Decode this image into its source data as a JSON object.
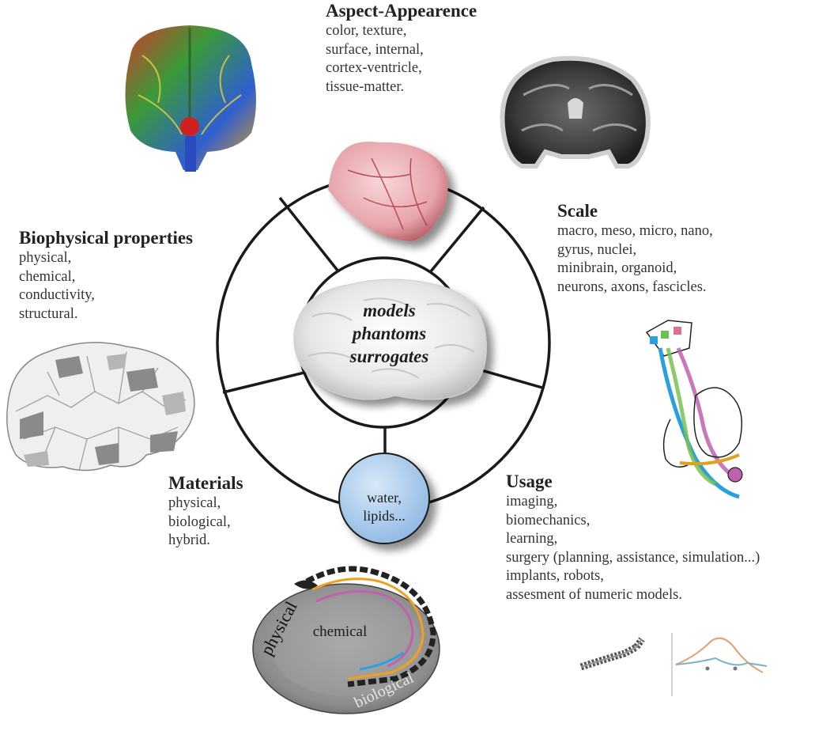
{
  "center": {
    "lines": [
      "models",
      "phantoms",
      "surrogates"
    ]
  },
  "hub": {
    "lines": [
      "water,",
      "lipids..."
    ]
  },
  "aspect": {
    "title": "Aspect-Appearence",
    "lines": [
      "color, texture,",
      "surface, internal,",
      "cortex-ventricle,",
      "tissue-matter."
    ]
  },
  "scale": {
    "title": "Scale",
    "lines": [
      "macro, meso, micro, nano,",
      "gyrus, nuclei,",
      "minibrain, organoid,",
      "neurons, axons, fascicles."
    ]
  },
  "biophysical": {
    "title": "Biophysical properties",
    "lines": [
      "physical,",
      "chemical,",
      "conductivity,",
      "structural."
    ]
  },
  "materials": {
    "title": "Materials",
    "lines": [
      "physical,",
      "biological,",
      "hybrid."
    ]
  },
  "usage": {
    "title": "Usage",
    "lines": [
      "imaging,",
      "biomechanics,",
      "learning,",
      "surgery (planning, assistance, simulation...)",
      "implants, robots,",
      "assesment of numeric models."
    ]
  },
  "dish": {
    "chemical": "chemical",
    "physical": "physical",
    "biological": "biological"
  },
  "colors": {
    "ring": "#1a1a1a",
    "hub_fill": "#a9c9ea",
    "dish_fill": "#8a8a8a",
    "fiber_orange": "#f0a020",
    "fiber_blue": "#2aa0e0"
  }
}
